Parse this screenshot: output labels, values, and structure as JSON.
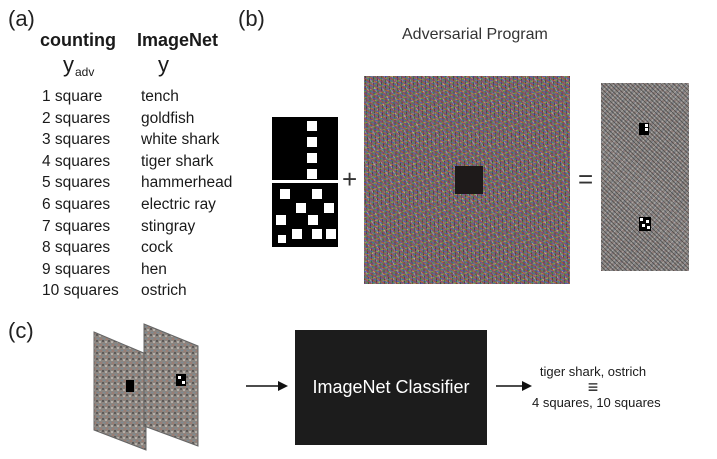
{
  "panels": {
    "a": "(a)",
    "b": "(b)",
    "c": "(c)"
  },
  "table": {
    "col1_header": "counting",
    "col2_header": "ImageNet",
    "col1_symbol": "y",
    "col1_symbol_sub": "adv",
    "col2_symbol": "y",
    "rows": [
      {
        "count": "1 square",
        "label": "tench"
      },
      {
        "count": "2 squares",
        "label": "goldfish"
      },
      {
        "count": "3 squares",
        "label": "white shark"
      },
      {
        "count": "4 squares",
        "label": "tiger shark"
      },
      {
        "count": "5 squares",
        "label": "hammerhead"
      },
      {
        "count": "6 squares",
        "label": "electric ray"
      },
      {
        "count": "7 squares",
        "label": "stingray"
      },
      {
        "count": "8 squares",
        "label": "cock"
      },
      {
        "count": "9 squares",
        "label": "hen"
      },
      {
        "count": "10 squares",
        "label": "ostrich"
      }
    ]
  },
  "program": {
    "title": "Adversarial Program",
    "plus": "+",
    "equals": "="
  },
  "pipeline": {
    "classifier_label": "ImageNet Classifier",
    "output_top": "tiger shark, ostrich",
    "equiv_symbol": "≡",
    "output_bottom": "4 squares, 10 squares"
  }
}
